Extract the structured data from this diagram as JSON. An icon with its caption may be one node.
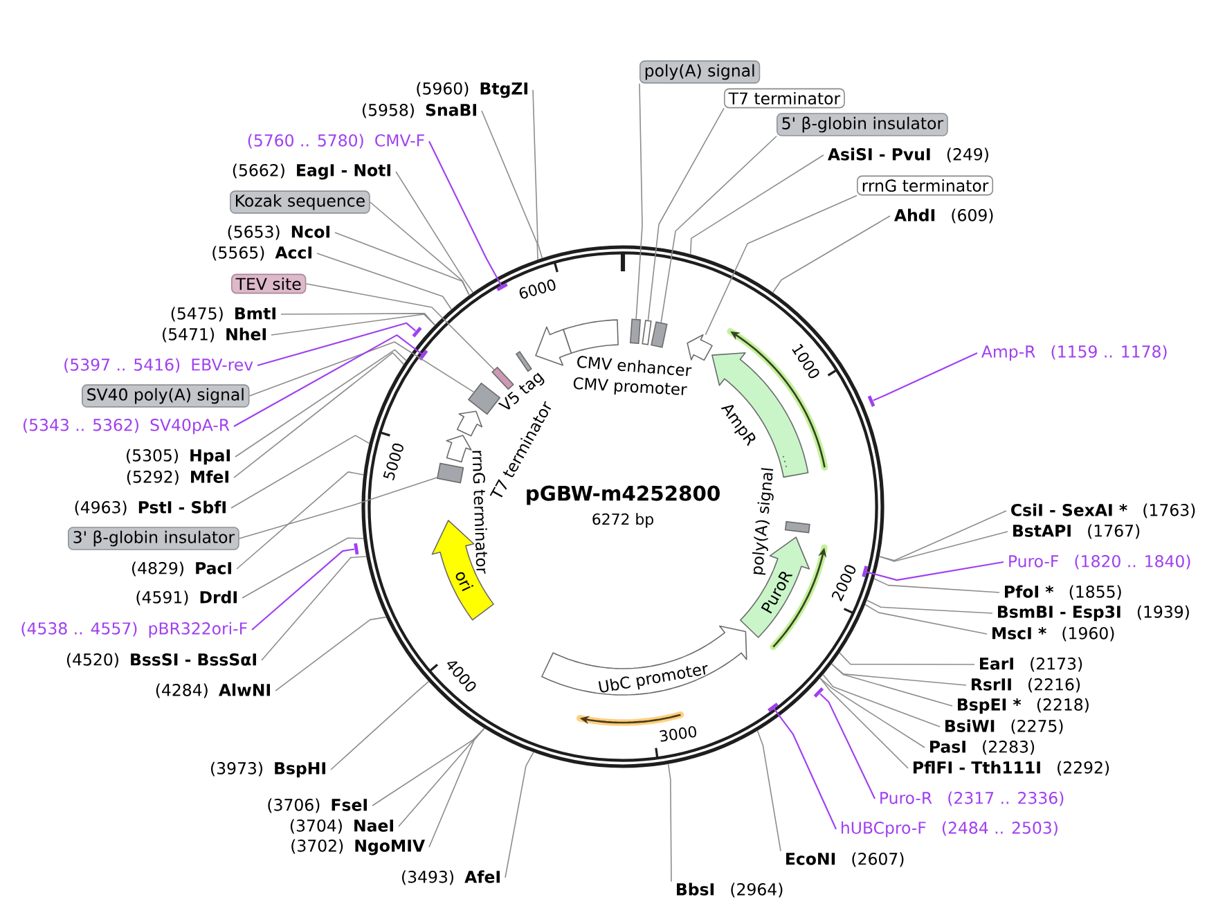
{
  "diagram": {
    "nodes": [
      {
        "text": [
          "(5960)",
          "BtgZI"
        ]
      },
      {
        "text": [
          "(5958)",
          "SnaBI"
        ]
      },
      {
        "text": [
          "(5760 .. 5780)",
          "CMV-F"
        ]
      },
      {
        "text": [
          "(5662)",
          "EagI - NotI"
        ]
      },
      {
        "text": [
          "Kozak sequence"
        ]
      },
      {
        "text": [
          "(5653)",
          "NcoI"
        ]
      },
      {
        "text": [
          "(5565)",
          "AccI"
        ]
      },
      {
        "text": [
          "TEV site"
        ]
      },
      {
        "text": [
          "(5475)",
          "BmtI"
        ]
      },
      {
        "text": [
          "(5471)",
          "NheI"
        ]
      },
      {
        "text": [
          "(5397 .. 5416)",
          "EBV-rev"
        ]
      },
      {
        "text": [
          "SV40 poly(A) signal"
        ]
      },
      {
        "text": [
          "(5343 .. 5362)",
          "SV40pA-R"
        ]
      },
      {
        "text": [
          "(5305)",
          "HpaI"
        ]
      },
      {
        "text": [
          "(5292)",
          "MfeI"
        ]
      },
      {
        "text": [
          "(4963)",
          "PstI - SbfI"
        ]
      },
      {
        "text": [
          "3' β-globin insulator"
        ]
      },
      {
        "text": [
          "(4829)",
          "PacI"
        ]
      },
      {
        "text": [
          "(4591)",
          "DrdI"
        ]
      },
      {
        "text": [
          "(4538 .. 4557)",
          "pBR322ori-F"
        ]
      },
      {
        "text": [
          "(4520)",
          "BssSI - BssSαI"
        ]
      },
      {
        "text": [
          "(4284)",
          "AlwNI"
        ]
      },
      {
        "text": [
          "(3973)",
          "BspHI"
        ]
      },
      {
        "text": [
          "(3706)",
          "FseI"
        ]
      },
      {
        "text": [
          "(3704)",
          "NaeI"
        ]
      },
      {
        "text": [
          "(3702)",
          "NgoMIV"
        ]
      },
      {
        "text": [
          "(3493)",
          "AfeI"
        ]
      },
      {
        "text": [
          "poly(A) signal"
        ]
      },
      {
        "text": [
          "T7 terminator"
        ]
      },
      {
        "text": [
          "5' β-globin insulator"
        ]
      },
      {
        "text": [
          "AsiSI - PvuI",
          "(249)"
        ]
      },
      {
        "text": [
          "rrnG terminator"
        ]
      },
      {
        "text": [
          "AhdI",
          "(609)"
        ]
      },
      {
        "text": [
          "Amp-R",
          "(1159 .. 1178)"
        ]
      },
      {
        "text": [
          "CsiI - SexAI *",
          "(1763)"
        ]
      },
      {
        "text": [
          "BstAPI",
          "(1767)"
        ]
      },
      {
        "text": [
          "Puro-F",
          "(1820 .. 1840)"
        ]
      },
      {
        "text": [
          "PfoI *",
          "(1855)"
        ]
      },
      {
        "text": [
          "BsmBI - Esp3I",
          "(1939)"
        ]
      },
      {
        "text": [
          "MscI *",
          "(1960)"
        ]
      },
      {
        "text": [
          "EarI",
          "(2173)"
        ]
      },
      {
        "text": [
          "RsrII",
          "(2216)"
        ]
      },
      {
        "text": [
          "BspEI *",
          "(2218)"
        ]
      },
      {
        "text": [
          "BsiWI",
          "(2275)"
        ]
      },
      {
        "text": [
          "PasI",
          "(2283)"
        ]
      },
      {
        "text": [
          "PflFI - Tth111I",
          "(2292)"
        ]
      },
      {
        "text": [
          "Puro-R",
          "(2317 .. 2336)"
        ]
      },
      {
        "text": [
          "hUBCpro-F",
          "(2484 .. 2503)"
        ]
      },
      {
        "text": [
          "EcoNI",
          "(2607)"
        ]
      },
      {
        "text": [
          "BbsI",
          "(2964)"
        ]
      },
      {
        "text": [
          "pGBW-m4252800",
          "6272 bp"
        ]
      },
      {
        "text": [],
        "shape": "box",
        "beside": [
          "CMV enhancer"
        ],
        "in": 50
      },
      {
        "text": [],
        "shape": "arrow",
        "beside": [
          "CMV promoter"
        ],
        "in": 50
      },
      {
        "text": [],
        "shape": "arrow",
        "beside": [
          "AmpR"
        ],
        "in": 50
      },
      {
        "text": [],
        "shape": "box",
        "in": 50
      },
      {
        "text": [
          "PuroR"
        ],
        "in": 50
      },
      {
        "text": [
          "UbC promoter"
        ],
        "in": 50
      },
      {
        "text": [
          "ori"
        ],
        "in": 50
      },
      {
        "text": [],
        "shape": "arrow",
        "beside": [
          "rrnG terminator"
        ],
        "in": 50
      },
      {
        "text": [],
        "shape": "arrow",
        "beside": [
          "T7 terminator"
        ],
        "in": 50
      },
      {
        "text": [],
        "shape": "box",
        "beside": [
          "V5 tag"
        ],
        "in": 50
      },
      {
        "text": [],
        "shape": "box",
        "in": 50
      },
      {
        "text": [],
        "shape": "box",
        "in": 50
      },
      {
        "text": [],
        "shape": "box",
        "in": 50
      },
      {
        "text": [],
        "shape": "arrow",
        "in": 50
      },
      {
        "text": [],
        "shape": "box",
        "in": 50
      },
      {
        "text": [],
        "shape": "box",
        "in": 50
      },
      {
        "text": [],
        "shape": "box",
        "in": 50
      },
      {
        "text": [],
        "shape": "bar",
        "in": 50
      },
      {
        "text": [],
        "shape": "bar"
      },
      {
        "text": [],
        "shape": "bar",
        "in": 50
      },
      {
        "text": [],
        "shape": "bar"
      },
      {
        "text": [],
        "shape": "bar"
      },
      {
        "text": [],
        "shape": "bar",
        "in": 50
      },
      {
        "text": [],
        "shape": "bar"
      },
      {
        "text": [],
        "shape": "bar",
        "in": 50
      }
    ],
    "edges": [
      {
        "from": 0,
        "to": 50,
        "arrow": "none"
      },
      {
        "from": 1,
        "to": 50,
        "arrow": "none"
      },
      {
        "from": 2,
        "to": 68,
        "arrow": "none",
        "color": "#a040f0"
      },
      {
        "from": 3,
        "to": 50,
        "arrow": "none"
      },
      {
        "from": 4,
        "to": 50,
        "arrow": "none"
      },
      {
        "from": 5,
        "to": 50,
        "arrow": "none"
      },
      {
        "from": 6,
        "to": 50,
        "arrow": "none"
      },
      {
        "from": 7,
        "to": 65,
        "arrow": "none"
      },
      {
        "from": 8,
        "to": 50,
        "arrow": "none"
      },
      {
        "from": 9,
        "to": 50,
        "arrow": "none"
      },
      {
        "from": 10,
        "to": 69,
        "arrow": "none",
        "color": "#a040f0"
      },
      {
        "from": 11,
        "to": 66,
        "arrow": "none"
      },
      {
        "from": 12,
        "to": 70,
        "arrow": "none",
        "color": "#a040f0"
      },
      {
        "from": 13,
        "to": 50,
        "arrow": "none"
      },
      {
        "from": 14,
        "to": 50,
        "arrow": "none"
      },
      {
        "from": 15,
        "to": 50,
        "arrow": "none"
      },
      {
        "from": 16,
        "to": 67,
        "arrow": "none"
      },
      {
        "from": 17,
        "to": 50,
        "arrow": "none"
      },
      {
        "from": 18,
        "to": 50,
        "arrow": "none"
      },
      {
        "from": 19,
        "to": 71,
        "arrow": "none",
        "color": "#a040f0"
      },
      {
        "from": 20,
        "to": 50,
        "arrow": "none"
      },
      {
        "from": 21,
        "to": 50,
        "arrow": "none"
      },
      {
        "from": 22,
        "to": 50,
        "arrow": "none"
      },
      {
        "from": 23,
        "to": 50,
        "arrow": "none"
      },
      {
        "from": 24,
        "to": 50,
        "arrow": "none"
      },
      {
        "from": 25,
        "to": 50,
        "arrow": "none"
      },
      {
        "from": 26,
        "to": 50,
        "arrow": "none"
      },
      {
        "from": 27,
        "to": 61,
        "arrow": "none"
      },
      {
        "from": 28,
        "to": 62,
        "arrow": "none"
      },
      {
        "from": 29,
        "to": 63,
        "arrow": "none"
      },
      {
        "from": 30,
        "to": 50,
        "arrow": "none"
      },
      {
        "from": 31,
        "to": 64,
        "arrow": "none"
      },
      {
        "from": 32,
        "to": 50,
        "arrow": "none"
      },
      {
        "from": 33,
        "to": 72,
        "arrow": "none",
        "color": "#a040f0"
      },
      {
        "from": 34,
        "to": 50,
        "arrow": "none"
      },
      {
        "from": 35,
        "to": 50,
        "arrow": "none"
      },
      {
        "from": 36,
        "to": 73,
        "arrow": "none",
        "color": "#a040f0"
      },
      {
        "from": 37,
        "to": 50,
        "arrow": "none"
      },
      {
        "from": 38,
        "to": 50,
        "arrow": "none"
      },
      {
        "from": 39,
        "to": 50,
        "arrow": "none"
      },
      {
        "from": 40,
        "to": 50,
        "arrow": "none"
      },
      {
        "from": 41,
        "to": 50,
        "arrow": "none"
      },
      {
        "from": 42,
        "to": 50,
        "arrow": "none"
      },
      {
        "from": 43,
        "to": 50,
        "arrow": "none"
      },
      {
        "from": 44,
        "to": 50,
        "arrow": "none"
      },
      {
        "from": 45,
        "to": 50,
        "arrow": "none"
      },
      {
        "from": 46,
        "to": 74,
        "arrow": "none",
        "color": "#a040f0"
      },
      {
        "from": 47,
        "to": 75,
        "arrow": "none",
        "color": "#a040f0"
      },
      {
        "from": 48,
        "to": 50,
        "arrow": "none"
      },
      {
        "from": 49,
        "to": 50,
        "arrow": "none"
      }
    ],
    "labels": [
      "1000",
      "2000",
      "3000",
      "4000",
      "5000",
      "6000",
      "poly(A) signal"
    ]
  }
}
